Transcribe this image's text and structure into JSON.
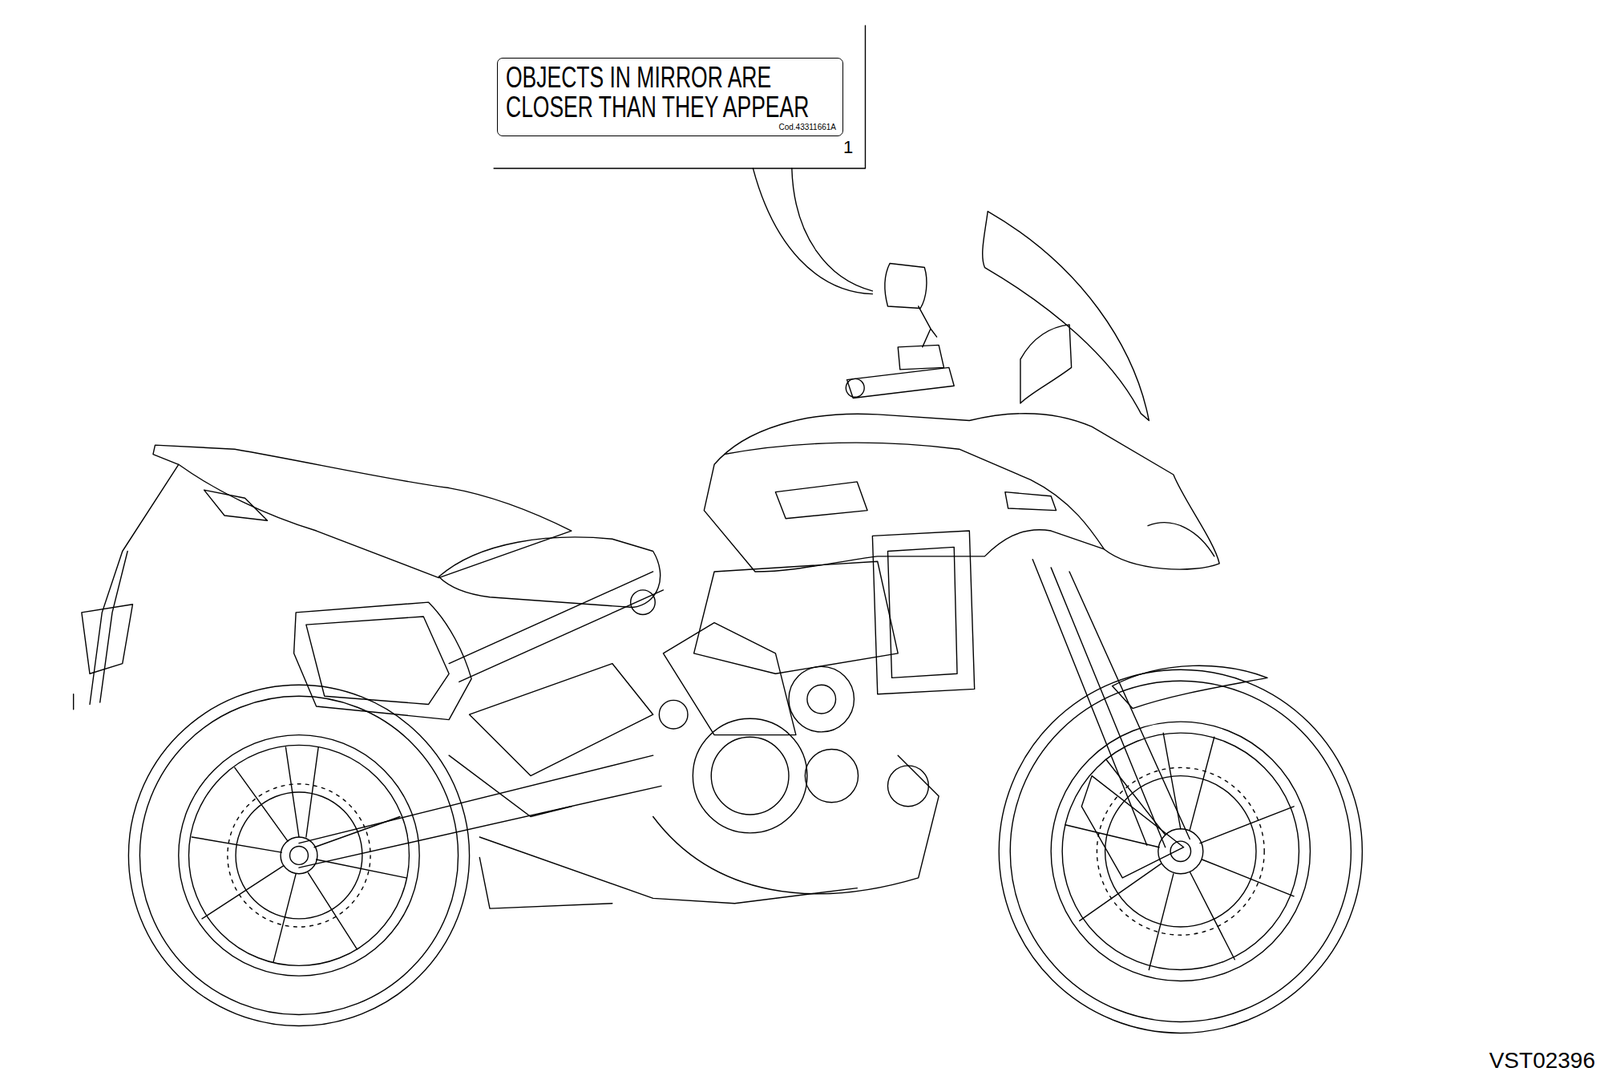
{
  "diagram": {
    "nodes": [
      {
        "text": [
          "OBJECTS IN MIRROR ARE CLOSER THAN THEY APPEAR",
          "Cod.43311661A"
        ]
      }
    ],
    "labels": [
      "1",
      "VST02396"
    ]
  }
}
